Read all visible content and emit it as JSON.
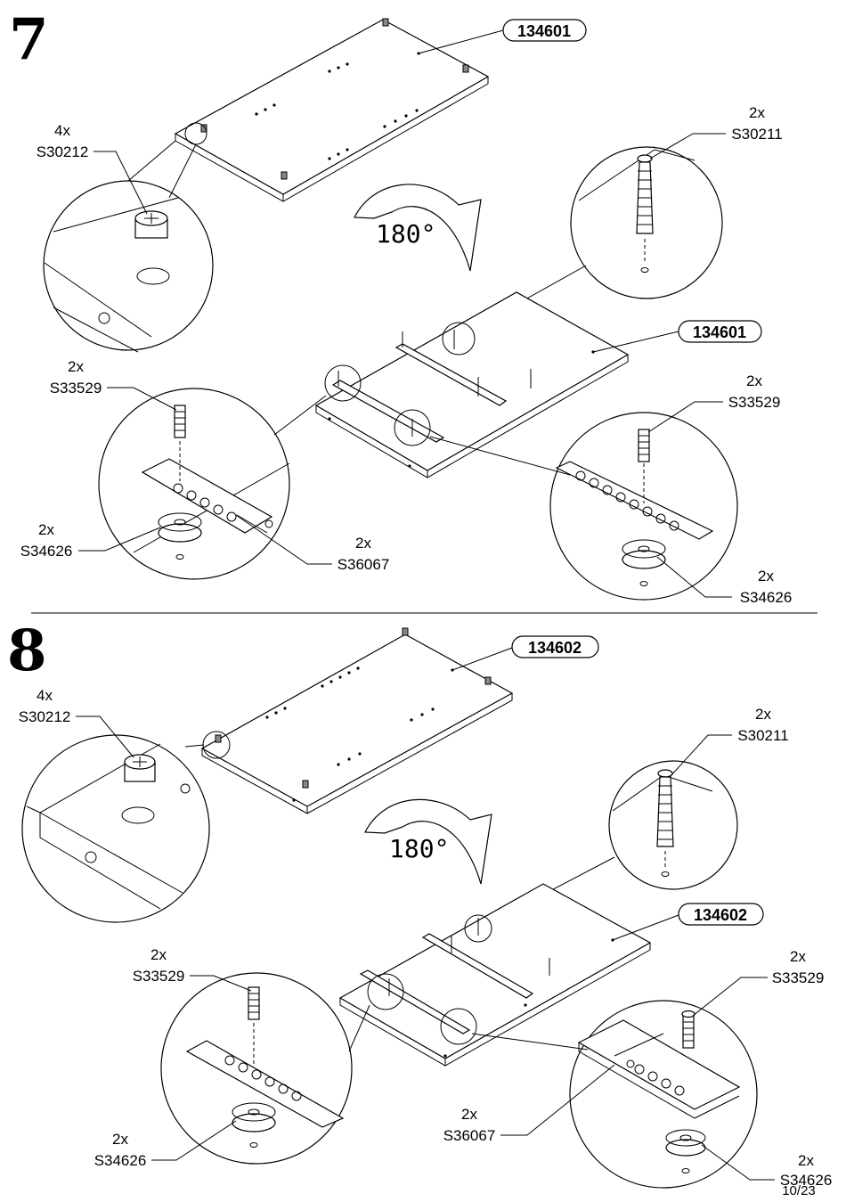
{
  "page_number": "10/23",
  "steps": [
    {
      "number": "7",
      "rotation": "180°",
      "panel_tags": [
        "134601",
        "134601"
      ],
      "callouts": [
        {
          "qty": "4x",
          "code": "S30212"
        },
        {
          "qty": "2x",
          "code": "S30211"
        },
        {
          "qty": "2x",
          "code": "S33529"
        },
        {
          "qty": "2x",
          "code": "S34626"
        },
        {
          "qty": "2x",
          "code": "S36067"
        },
        {
          "qty": "2x",
          "code": "S33529"
        },
        {
          "qty": "2x",
          "code": "S34626"
        }
      ]
    },
    {
      "number": "8",
      "rotation": "180°",
      "panel_tags": [
        "134602",
        "134602"
      ],
      "callouts": [
        {
          "qty": "4x",
          "code": "S30212"
        },
        {
          "qty": "2x",
          "code": "S30211"
        },
        {
          "qty": "2x",
          "code": "S33529"
        },
        {
          "qty": "2x",
          "code": "S34626"
        },
        {
          "qty": "2x",
          "code": "S36067"
        },
        {
          "qty": "2x",
          "code": "S33529"
        },
        {
          "qty": "2x",
          "code": "S34626"
        }
      ]
    }
  ]
}
